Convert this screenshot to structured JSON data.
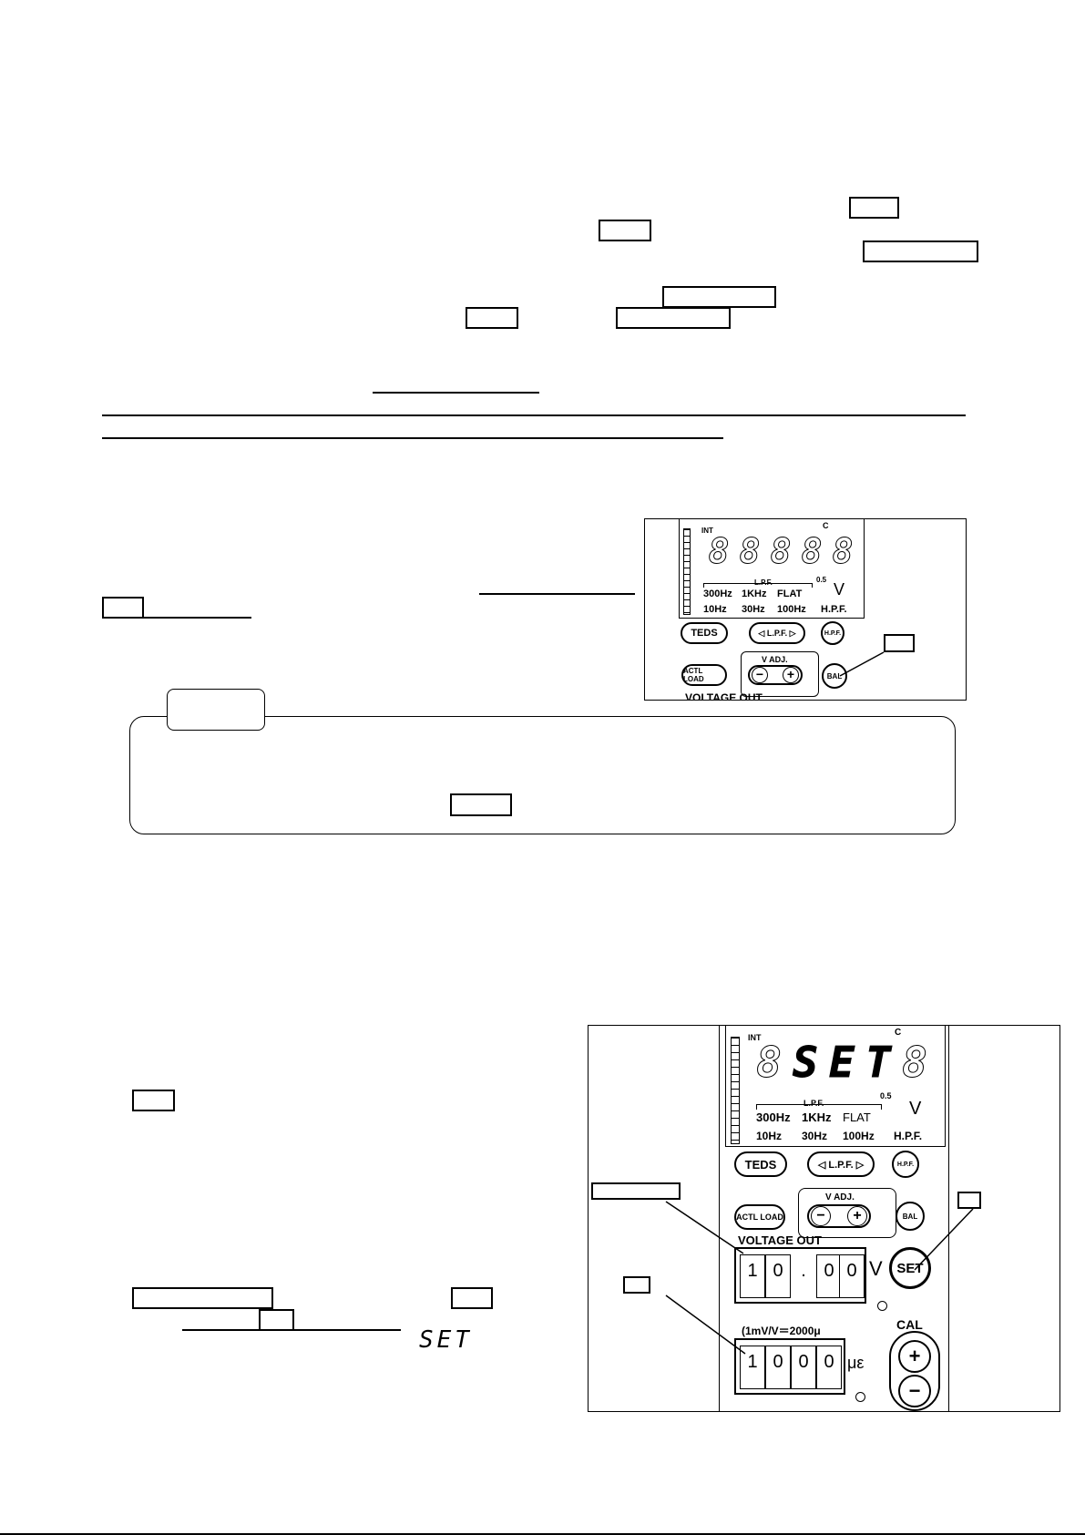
{
  "panel1": {
    "int_label": "INT",
    "c_label": "C",
    "digits": [
      "8",
      "8",
      "8",
      "8",
      "8"
    ],
    "lpf_label": "L.P.F.",
    "lpf_options": [
      "300Hz",
      "1KHz",
      "FLAT"
    ],
    "hpf_options": [
      "10Hz",
      "30Hz",
      "100Hz",
      "H.P.F."
    ],
    "point5": "0.5",
    "unit": "V",
    "btn_teds": "TEDS",
    "btn_lpf": "◁ L.P.F. ▷",
    "btn_hpf": "H.P.F.",
    "btn_actl": "ACTL LOAD",
    "btn_bal": "BAL",
    "vadj": "V ADJ.",
    "voltage_out": "VOLTAGE OUT"
  },
  "note_box": {
    "tab": ""
  },
  "panel2": {
    "int_label": "INT",
    "c_label": "C",
    "digits": [
      "8",
      "S",
      "E",
      "T",
      "8"
    ],
    "lpf_label": "L.P.F.",
    "lpf_options": [
      "300Hz",
      "1KHz",
      "FLAT"
    ],
    "hpf_options": [
      "10Hz",
      "30Hz",
      "100Hz",
      "H.P.F."
    ],
    "point5": "0.5",
    "unit": "V",
    "btn_teds": "TEDS",
    "btn_lpf": "◁ L.P.F. ▷",
    "btn_hpf": "H.P.F.",
    "btn_actl": "ACTL LOAD",
    "btn_bal": "BAL",
    "btn_set": "SET",
    "vadj": "V ADJ.",
    "voltage_out": "VOLTAGE OUT",
    "voltage_digits": [
      "1",
      "0",
      ".",
      "0",
      "0"
    ],
    "voltage_unit": "V",
    "strain_label": "(1mV/V＝2000μ",
    "strain_digits": [
      "1",
      "0",
      "0",
      "0"
    ],
    "strain_unit": "με",
    "cal_label": "CAL"
  },
  "inline_display": "SET"
}
